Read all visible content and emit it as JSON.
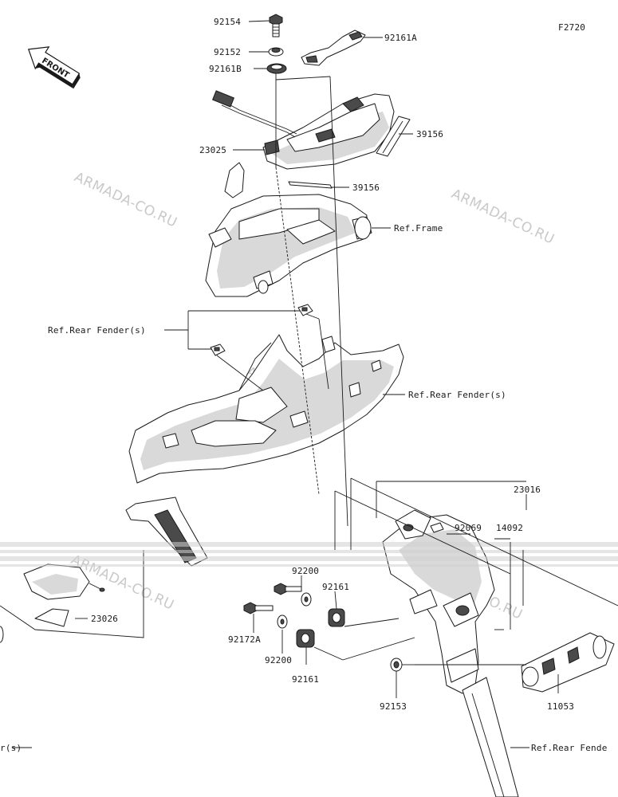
{
  "figure_code": "F2720",
  "front_arrow_label": "FRONT",
  "watermark": "ARMADA-CO.RU",
  "labels": {
    "p92154": "92154",
    "p92152": "92152",
    "p92161B": "92161B",
    "p92161A": "92161A",
    "p39156a": "39156",
    "p23025": "23025",
    "p39156b": "39156",
    "ref_frame": "Ref.Frame",
    "ref_rear_fender_1": "Ref.Rear Fender(s)",
    "ref_rear_fender_2": "Ref.Rear Fender(s)",
    "p23016": "23016",
    "p92069": "92069",
    "p14092": "14092",
    "p92200a": "92200",
    "p92161a": "92161",
    "p23026": "23026",
    "p92172A": "92172A",
    "p92200b": "92200",
    "p92161b": "92161",
    "p92153": "92153",
    "p11053": "11053",
    "ref_rear_fender_3": "Ref.Rear Fende",
    "ref_rear_fender_4": "r(s)"
  }
}
